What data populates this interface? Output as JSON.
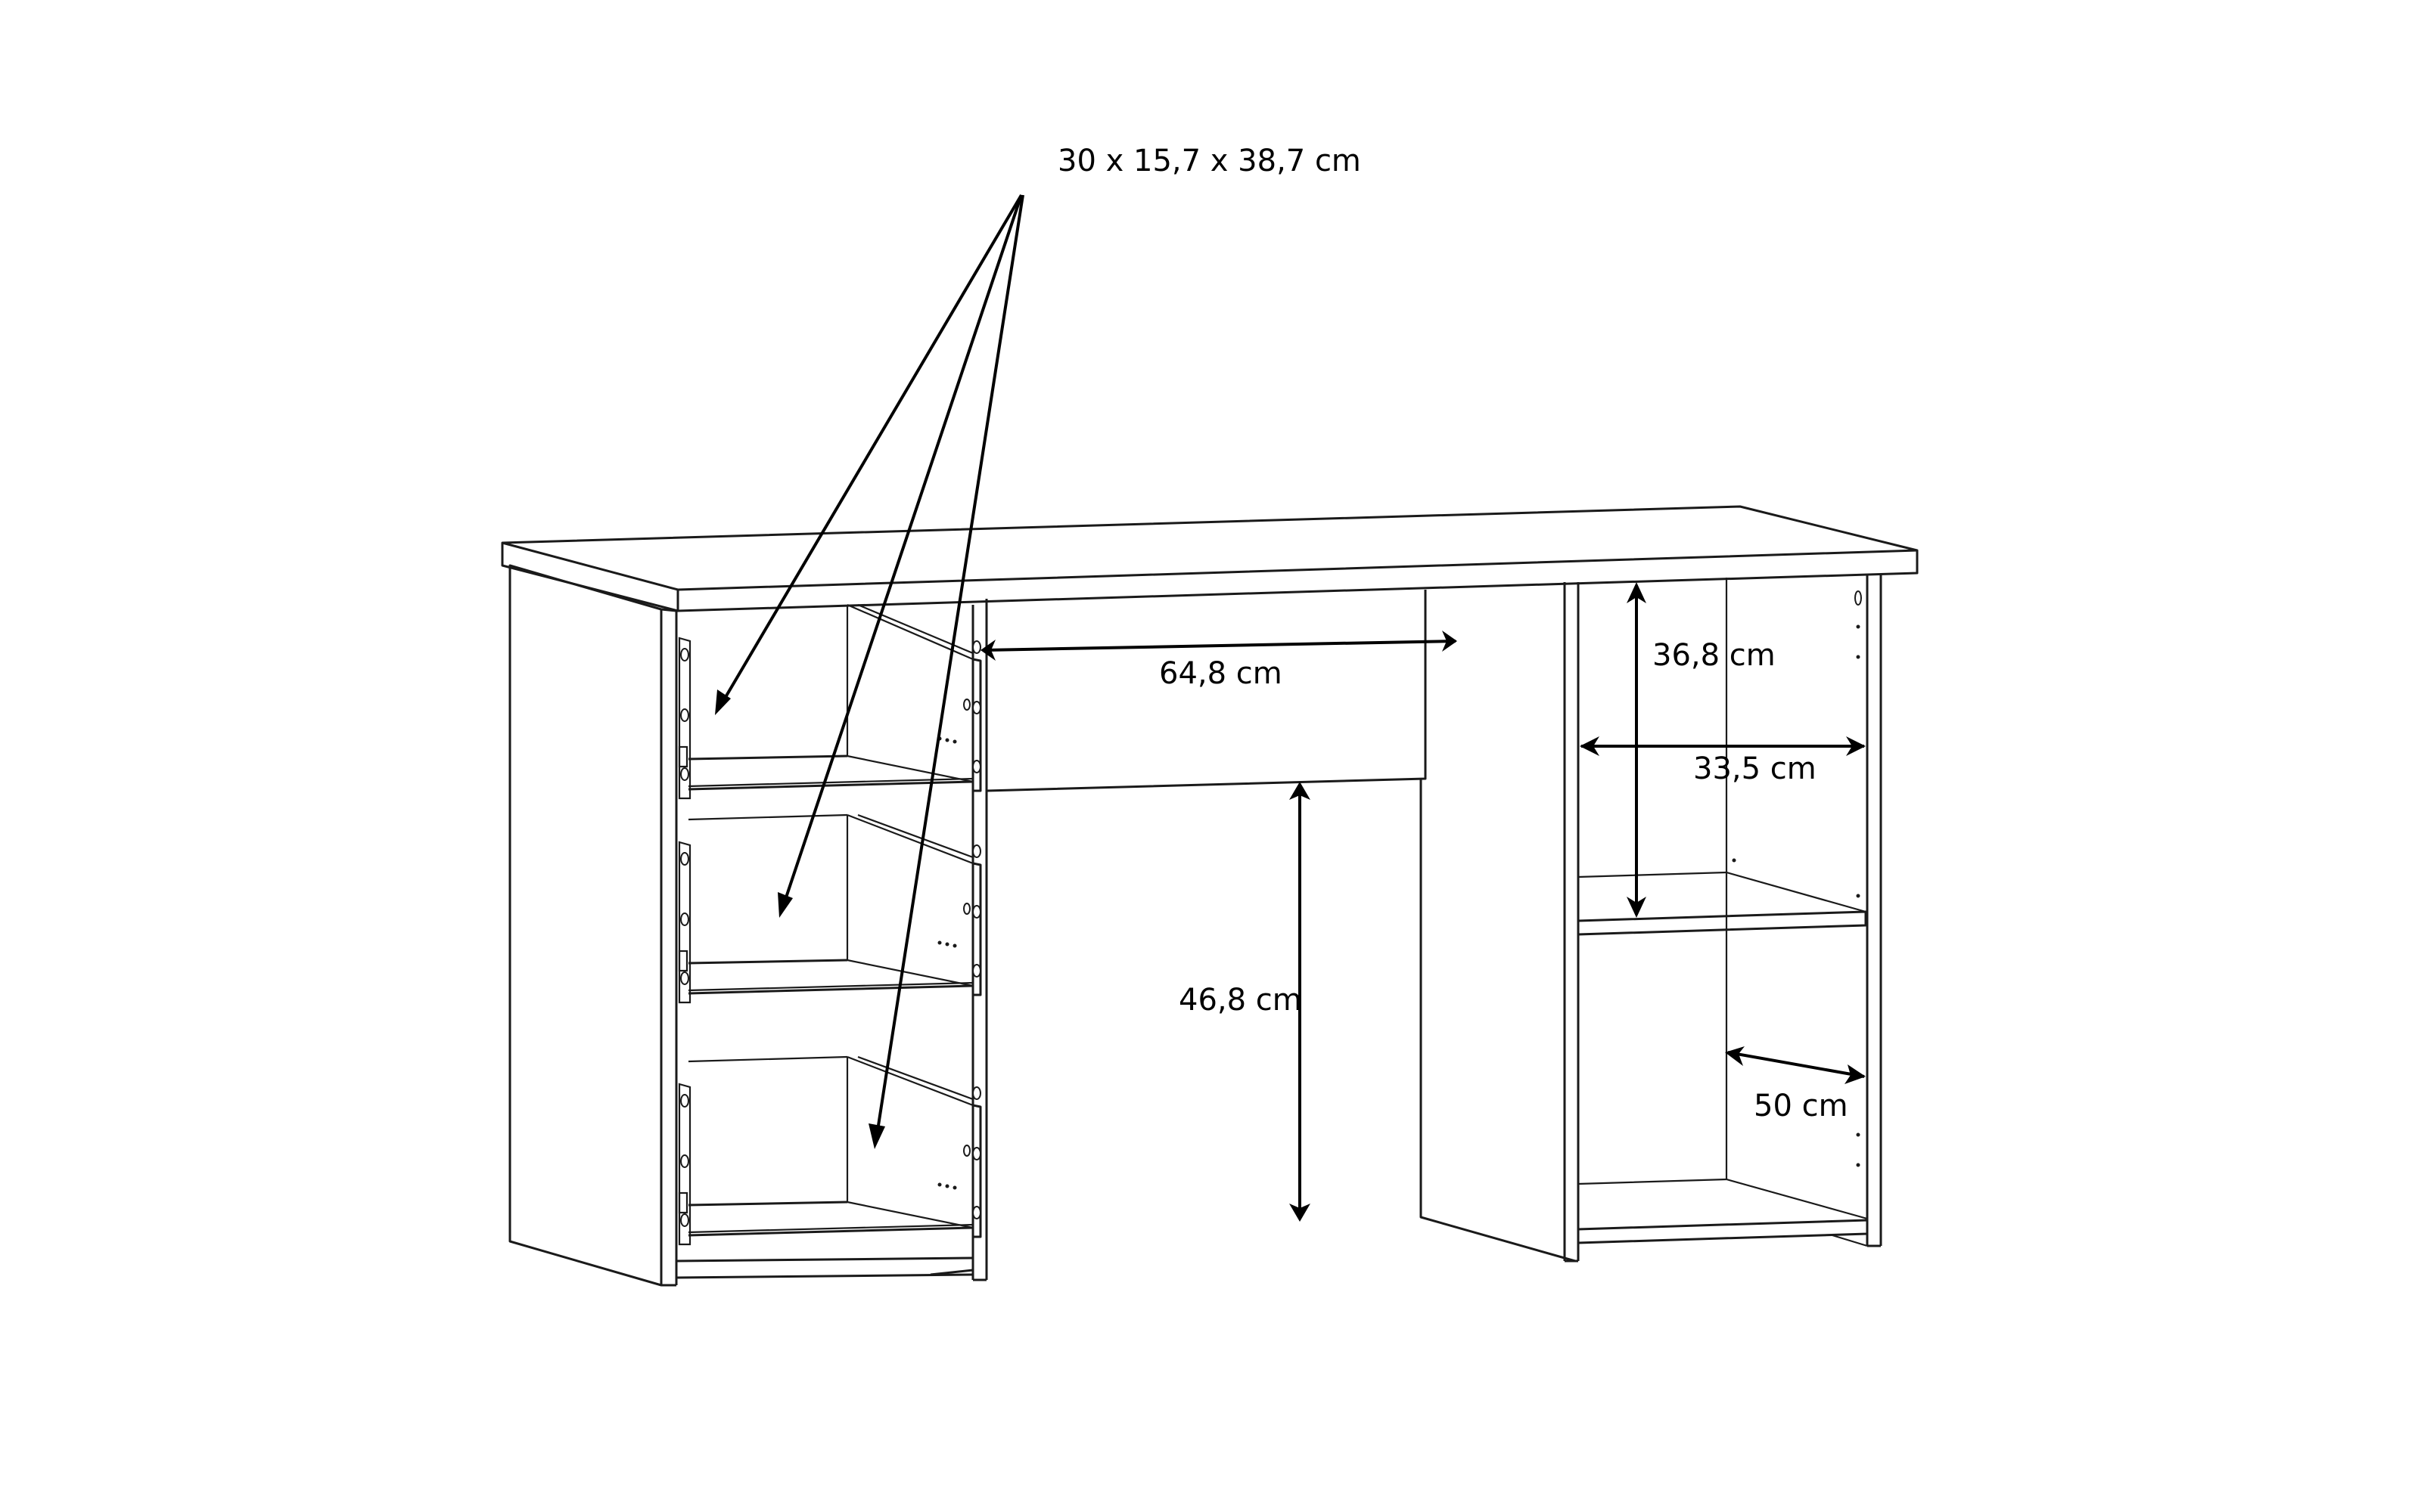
{
  "diagram": {
    "subject": "Desk with three drawers and open shelf unit",
    "background": "#ffffff",
    "line_color": "#1a1a1a"
  },
  "labels": {
    "drawer_size": "30 x 15,7 x 38,7 cm",
    "center_width": "64,8 cm",
    "knee_height": "46,8 cm",
    "shelf_height": "36,8 cm",
    "shelf_width": "33,5 cm",
    "shelf_depth": "50 cm"
  }
}
